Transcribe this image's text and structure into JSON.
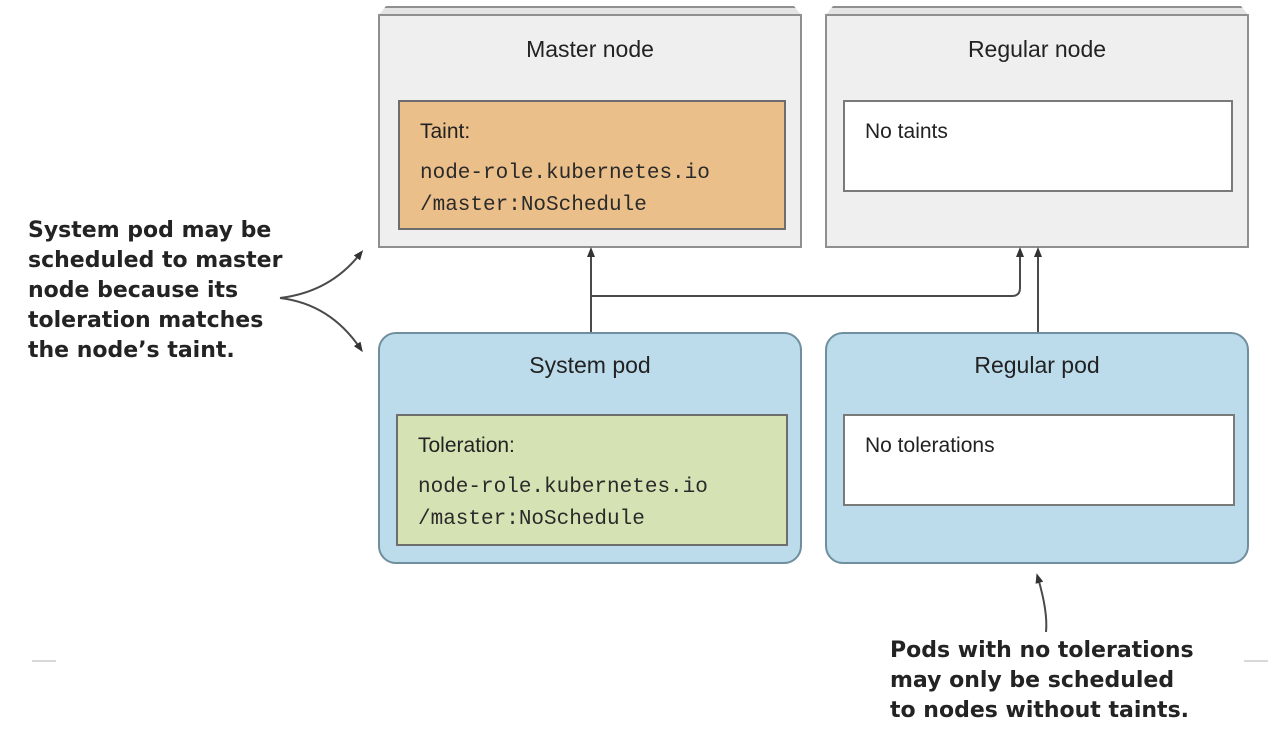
{
  "master_node": {
    "title": "Master node",
    "taint_label": "Taint:",
    "taint_line1": "node-role.kubernetes.io",
    "taint_line2": "/master:NoSchedule"
  },
  "regular_node": {
    "title": "Regular node",
    "taint_text": "No taints"
  },
  "system_pod": {
    "title": "System pod",
    "toleration_label": "Toleration:",
    "toleration_line1": "node-role.kubernetes.io",
    "toleration_line2": "/master:NoSchedule"
  },
  "regular_pod": {
    "title": "Regular pod",
    "toleration_text": "No tolerations"
  },
  "annotations": {
    "left": "System pod may be\nscheduled to master\nnode because its\ntoleration matches\nthe node’s taint.",
    "bottom": "Pods with no tolerations\nmay only be scheduled\nto nodes without taints."
  },
  "colors": {
    "node_fill": "#efefef",
    "pod_fill": "#bcdcec",
    "taint_fill": "#ebbf8a",
    "toleration_fill": "#d5e3b4"
  }
}
